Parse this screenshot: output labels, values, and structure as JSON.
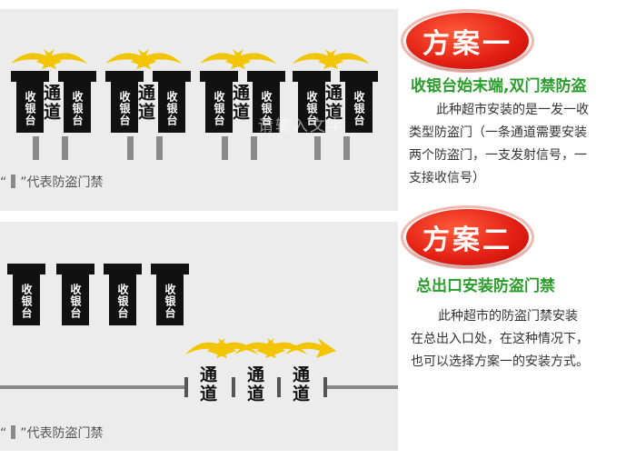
{
  "plan1": {
    "badge": "方案一",
    "subtitle": "收银台始末端,双门禁防盗",
    "description_lines": [
      "此种超市安装的是一发一收",
      "类型防盗门（一条通道需要安装",
      "两个防盗门，一支发射信号，一",
      "支接收信号）"
    ],
    "legend_left": "“",
    "legend_right": "”代表防盗门禁",
    "counter_label": "收银台",
    "lane_label": "通道",
    "watermark": "请输入文字"
  },
  "plan2": {
    "badge": "方案二",
    "subtitle": "总出口安装防盗门禁",
    "description_lines": [
      "此种超市的防盗门禁安装",
      "在总出入口处，在这种情况下，",
      "也可以选择方案一的安装方式。"
    ],
    "legend_left": "“",
    "legend_right": "”代表防盗门禁",
    "counter_label": "收银台",
    "lane_label": "通道"
  },
  "colors": {
    "arrow": "#f2c500",
    "badge": "#e21e12",
    "subtitle": "#2a9e2a",
    "panel": "#ececec"
  }
}
